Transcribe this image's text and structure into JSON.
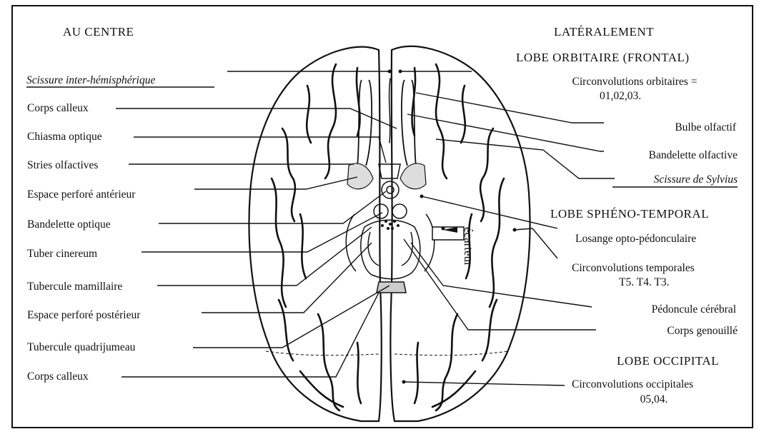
{
  "headings": {
    "left": "AU CENTRE",
    "right": "LATÉRALEMENT",
    "orbital": "LOBE ORBITAIRE (FRONTAL)",
    "spheno": "LOBE SPHÉNO-TEMPORAL",
    "occipital": "LOBE OCCIPITAL"
  },
  "left_labels": {
    "scissure_inter": "Scissure inter-hémisphérique",
    "corps_calleux_1": "Corps calleux",
    "chiasma": "Chiasma optique",
    "stries": "Stries olfactives",
    "espace_ant": "Espace perforé antérieur",
    "bandelette_opt": "Bandelette optique",
    "tuber": "Tuber cinereum",
    "tubercule_mam": "Tubercule mamillaire",
    "espace_post": "Espace perforé postérieur",
    "tubercule_quad": "Tubercule quadrijumeau",
    "corps_calleux_2": "Corps calleux"
  },
  "right_labels": {
    "circ_orb_1": "Circonvolutions orbitaires =",
    "circ_orb_2": "01,02,03.",
    "bulbe": "Bulbe olfactif",
    "bandelette_olf": "Bandelette olfactive",
    "sylvius": "Scissure de Sylvius",
    "losange": "Losange opto-pédonculaire",
    "circ_temp_1": "Circonvolutions temporales",
    "circ_temp_2": "T5. T4. T3.",
    "pedoncule": "Pédoncule cérébral",
    "genouille": "Corps genouillé",
    "circ_occ_1": "Circonvolutions occipitales",
    "circ_occ_2": "05,04."
  },
  "center_label": "écarteur"
}
